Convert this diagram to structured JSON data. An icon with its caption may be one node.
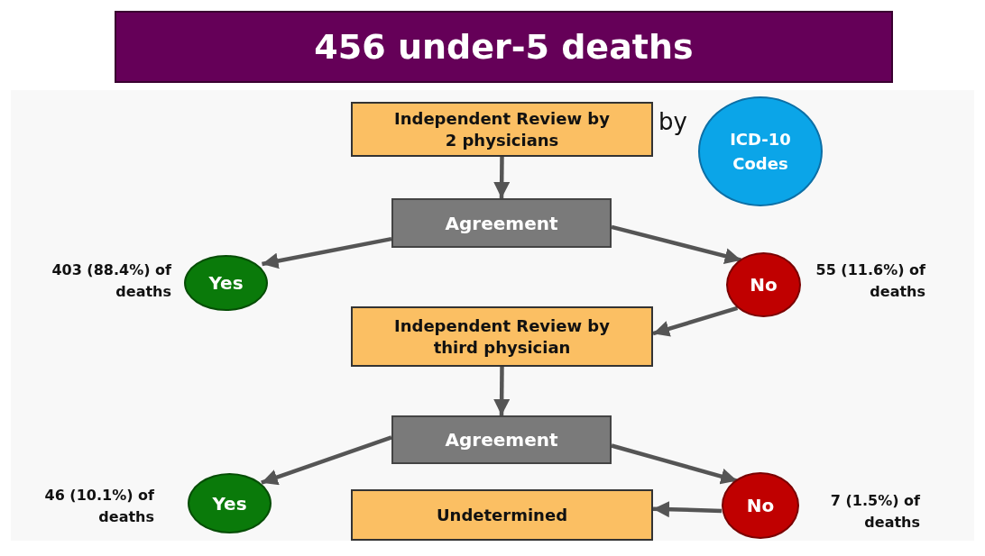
{
  "diagram": {
    "title": "456 under-5 deaths",
    "nodes": [
      {
        "text": [
          "Independent Review by 2 physicians"
        ]
      },
      {
        "text": [
          "ICD-10 Codes"
        ]
      },
      {
        "text": [
          "Agreement"
        ]
      },
      {
        "text": [
          "Yes"
        ],
        "beside": [
          "403 (88.4%) of deaths"
        ]
      },
      {
        "text": [
          "No"
        ],
        "beside": [
          "55 (11.6%) of deaths"
        ]
      },
      {
        "text": [
          "Independent Review by third physician"
        ]
      },
      {
        "text": [
          "Agreement"
        ]
      },
      {
        "text": [
          "Yes"
        ],
        "beside": [
          "46 (10.1%) of deaths"
        ]
      },
      {
        "text": [
          "No"
        ],
        "beside": [
          "7 (1.5%) of deaths"
        ]
      },
      {
        "text": [
          "Undetermined"
        ]
      }
    ],
    "edges": [
      {
        "from": 0,
        "to": 2,
        "arrow": "to"
      },
      {
        "from": 2,
        "to": 3,
        "arrow": "to"
      },
      {
        "from": 2,
        "to": 4,
        "arrow": "to"
      },
      {
        "from": 4,
        "to": 5,
        "arrow": "to"
      },
      {
        "from": 5,
        "to": 6,
        "arrow": "to"
      },
      {
        "from": 6,
        "to": 7,
        "arrow": "to"
      },
      {
        "from": 6,
        "to": 8,
        "arrow": "to"
      },
      {
        "from": 8,
        "to": 9,
        "arrow": "to"
      }
    ],
    "labels": [
      "by"
    ]
  }
}
